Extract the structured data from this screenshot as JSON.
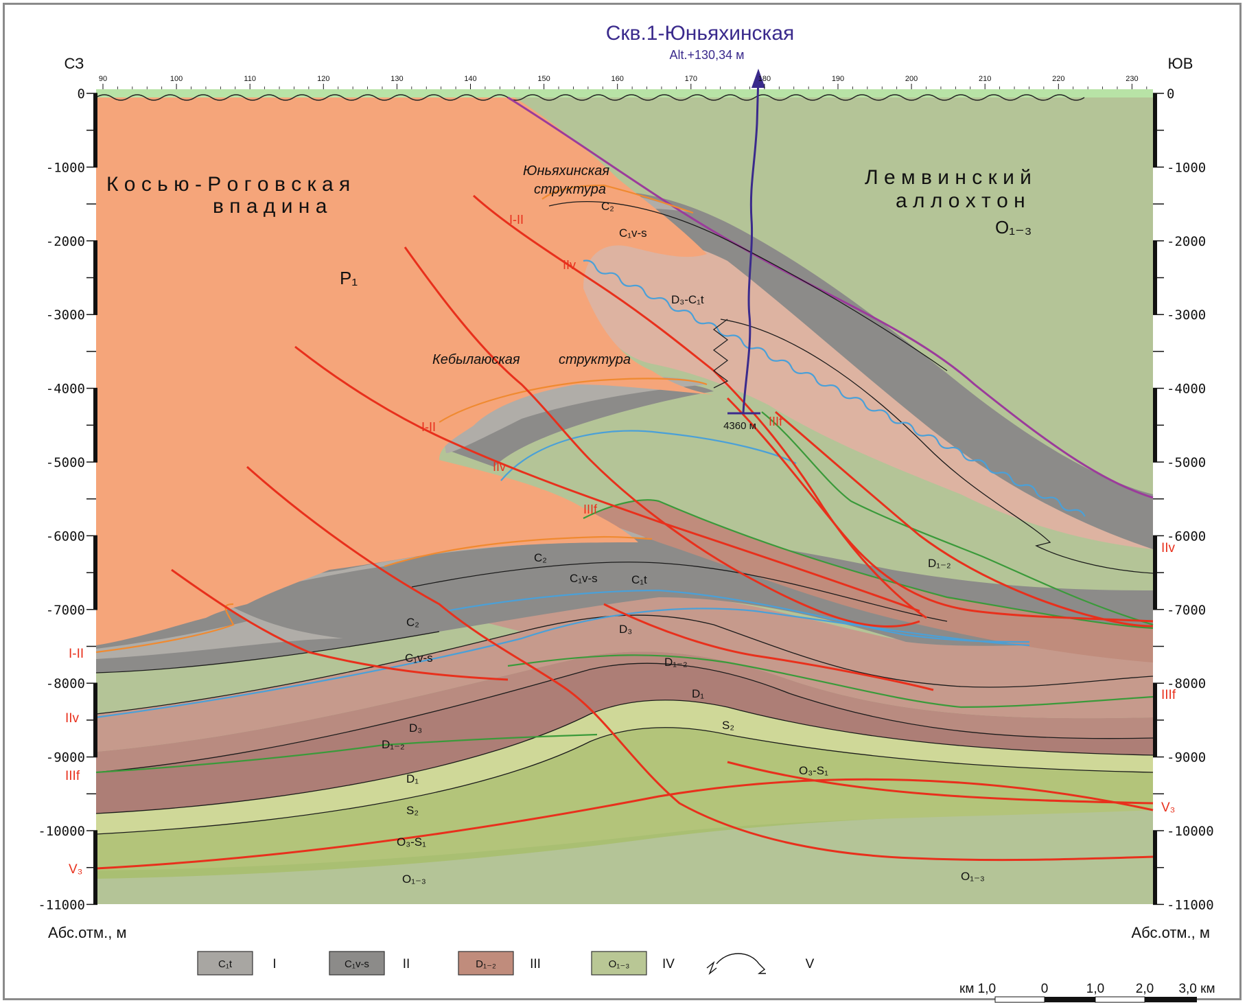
{
  "well": {
    "title": "Скв.1-Юньяхинская",
    "alt": "Alt.+130,34 м",
    "bottom_depth": "4360 м"
  },
  "directions": {
    "left": "СЗ",
    "right": "ЮВ"
  },
  "regions": {
    "depression_line1": "К о с ь ю - Р о г о в с к а я",
    "depression_line2": "в п а д и н а",
    "allochthon_line1": "Л е м в и н с к и й",
    "allochthon_line2": "а л л о х т о н",
    "allochthon_age": "O₁₋₃",
    "p1": "P₁"
  },
  "structures": {
    "yunyakhin_1": "Юньяхинская",
    "yunyakhin_2": "структура",
    "kebylayu_1": "Кебылаюская",
    "kebylayu_2": "структура"
  },
  "top_axis": [
    "90",
    "100",
    "110",
    "120",
    "130",
    "140",
    "150",
    "160",
    "170",
    "180",
    "190",
    "200",
    "210",
    "220",
    "230"
  ],
  "depth_axis": [
    "0",
    "-1000",
    "-2000",
    "-3000",
    "-4000",
    "-5000",
    "-6000",
    "-7000",
    "-8000",
    "-9000",
    "-10000",
    "-11000"
  ],
  "axis_label": "Абс.отм., м",
  "horizon_labels": {
    "left": [
      "I-II",
      "IIv",
      "IIIf",
      "V₃"
    ],
    "right": [
      "IIv",
      "IIIf",
      "V₃"
    ]
  },
  "unit_labels": {
    "c2": "C₂",
    "c1vs": "C₁v-s",
    "c1t": "C₁t",
    "d3c1t": "D₃-C₁t",
    "d3": "D₃",
    "d12": "D₁₋₂",
    "d1": "D₁",
    "s2": "S₂",
    "o3s1": "O₃-S₁",
    "o13": "O₁₋₃"
  },
  "fault_labels": [
    "I-II",
    "IIv",
    "I-II",
    "IIv",
    "IIIf",
    "IIIf"
  ],
  "legend": [
    {
      "unit": "C₁t",
      "numeral": "I",
      "color": "#a8a6a2"
    },
    {
      "unit": "C₁v-s",
      "numeral": "II",
      "color": "#8c8b89"
    },
    {
      "unit": "D₁₋₂",
      "numeral": "III",
      "color": "#c08c7c"
    },
    {
      "unit": "O₁₋₃",
      "numeral": "IV",
      "color": "#b9c795"
    },
    {
      "unit": "",
      "numeral": "V",
      "color": "#ffffff"
    }
  ],
  "scale_bar": [
    "км 1,0",
    "0",
    "1,0",
    "2,0",
    "3,0 км"
  ],
  "colors": {
    "p1": "#f5a57a",
    "allochthon": "#b4c497",
    "o13": "#b7c596",
    "o3s1": "#a9bf72",
    "s2": "#cfd898",
    "d1": "#ad7e76",
    "d12": "#b98b80",
    "d3": "#c69a8c",
    "d3c1t": "#ddb3a1",
    "c1vs": "#8c8b89",
    "c2": "#b0ada8",
    "fault": "#e8301c",
    "well": "#3a2a8c"
  }
}
